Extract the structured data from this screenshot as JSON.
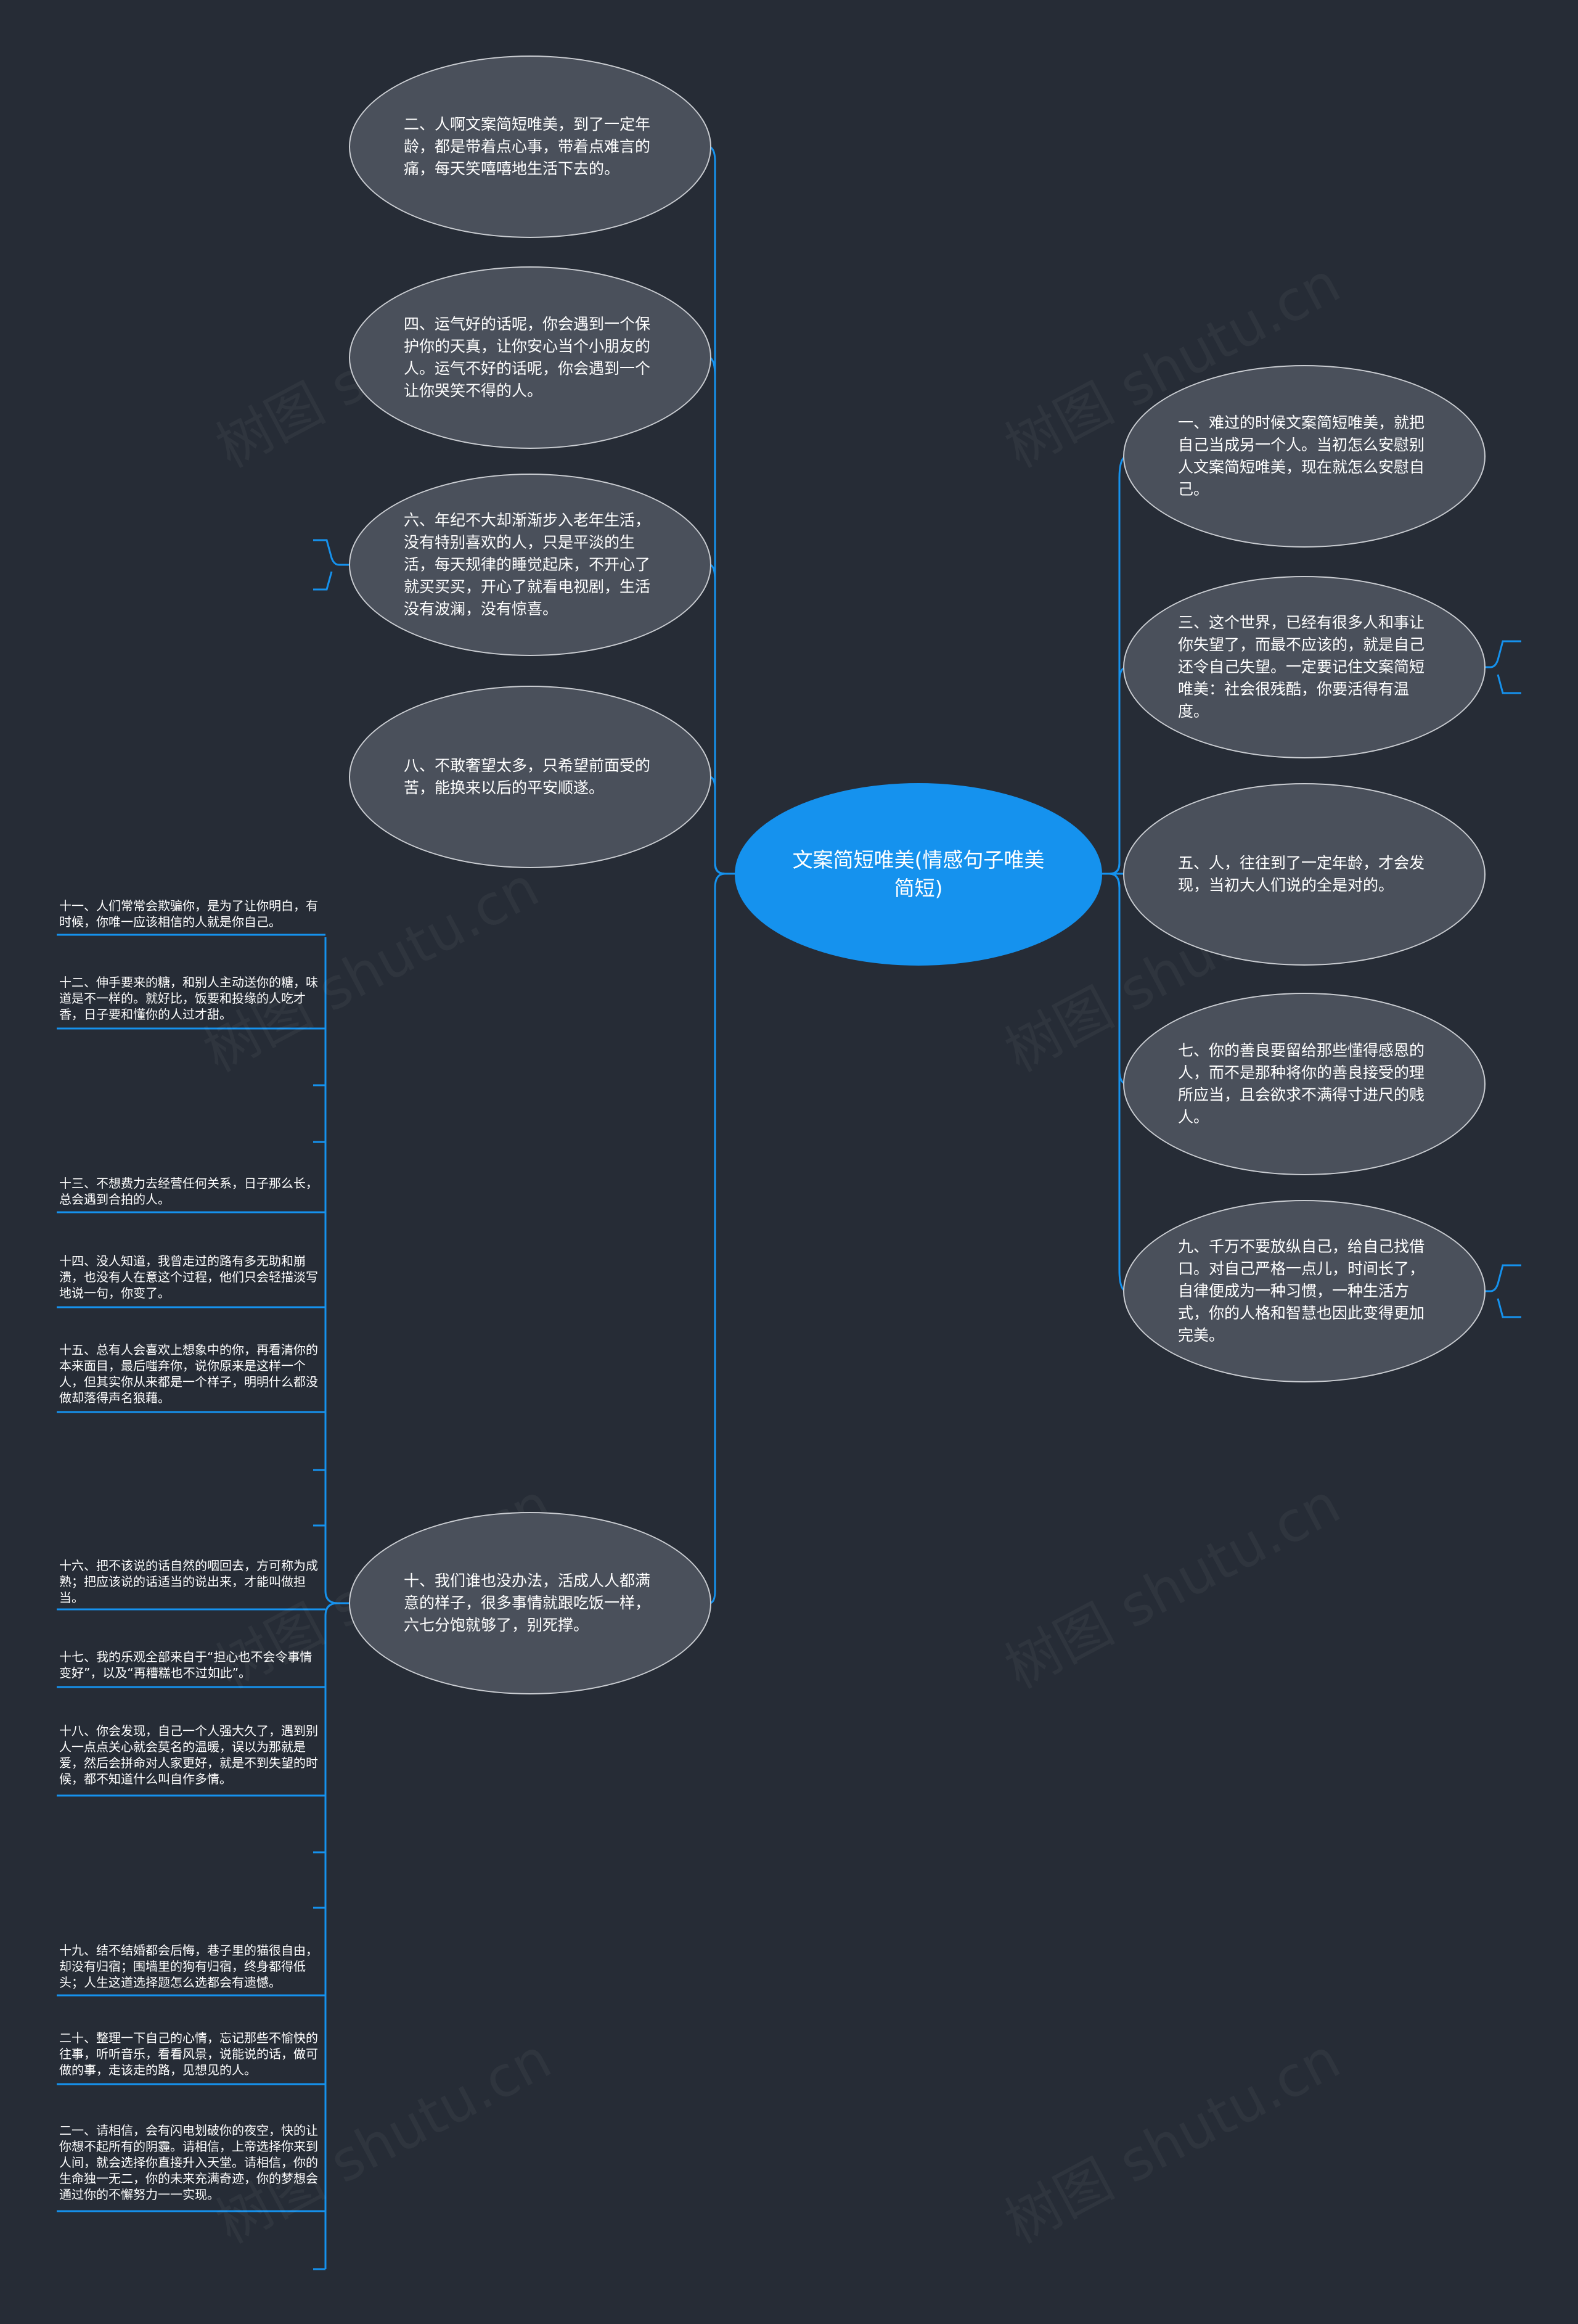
{
  "watermark": "树图 shutu.cn",
  "center": {
    "text": "文案简短唯美(情感句子唯美简短)"
  },
  "left_nodes": [
    {
      "text": "二、人啊文案简短唯美，到了一定年龄，都是带着点心事，带着点难言的痛，每天笑嘻嘻地生活下去的。"
    },
    {
      "text": "四、运气好的话呢，你会遇到一个保护你的天真，让你安心当个小朋友的人。运气不好的话呢，你会遇到一个让你哭笑不得的人。"
    },
    {
      "text": "六、年纪不大却渐渐步入老年生活，没有特别喜欢的人，只是平淡的生活，每天规律的睡觉起床，不开心了就买买买，开心了就看电视剧，生活没有波澜，没有惊喜。"
    },
    {
      "text": "八、不敢奢望太多，只希望前面受的苦，能换来以后的平安顺遂。"
    },
    {
      "text": "十、我们谁也没办法，活成人人都满意的样子，很多事情就跟吃饭一样，六七分饱就够了，别死撑。"
    }
  ],
  "right_nodes": [
    {
      "text": "一、难过的时候文案简短唯美，就把自己当成另一个人。当初怎么安慰别人文案简短唯美，现在就怎么安慰自己。"
    },
    {
      "text": "三、这个世界，已经有很多人和事让你失望了，而最不应该的，就是自己还令自己失望。一定要记住文案简短唯美：社会很残酷，你要活得有温度。"
    },
    {
      "text": "五、人，往往到了一定年龄，才会发现，当初大人们说的全是对的。"
    },
    {
      "text": "七、你的善良要留给那些懂得感恩的人，而不是那种将你的善良接受的理所应当，且会欲求不满得寸进尺的贱人。"
    },
    {
      "text": "九、千万不要放纵自己，给自己找借口。对自己严格一点儿，时间长了，自律便成为一种习惯，一种生活方式，你的人格和智慧也因此变得更加完美。"
    }
  ],
  "leaves": [
    {
      "text": "十一、人们常常会欺骗你，是为了让你明白，有时候，你唯一应该相信的人就是你自己。"
    },
    {
      "text": "十二、伸手要来的糖，和别人主动送你的糖，味道是不一样的。就好比，饭要和投缘的人吃才香，日子要和懂你的人过才甜。"
    },
    {
      "text": "十三、不想费力去经营任何关系，日子那么长，总会遇到合拍的人。"
    },
    {
      "text": "十四、没人知道，我曾走过的路有多无助和崩溃，也没有人在意这个过程，他们只会轻描淡写地说一句，你变了。"
    },
    {
      "text": "十五、总有人会喜欢上想象中的你，再看清你的本来面目，最后嗤弃你，说你原来是这样一个人，但其实你从来都是一个样子，明明什么都没做却落得声名狼藉。"
    },
    {
      "text": "十六、把不该说的话自然的咽回去，方可称为成熟；把应该说的话适当的说出来，才能叫做担当。"
    },
    {
      "text": "十七、我的乐观全部来自于“担心也不会令事情变好”，以及“再糟糕也不过如此”。"
    },
    {
      "text": "十八、你会发现，自己一个人强大久了，遇到别人一点点关心就会莫名的温暖，误以为那就是爱，然后会拼命对人家更好，就是不到失望的时候，都不知道什么叫自作多情。"
    },
    {
      "text": "十九、结不结婚都会后悔，巷子里的猫很自由，却没有归宿；围墙里的狗有归宿，终身都得低头；人生这道选择题怎么选都会有遗憾。"
    },
    {
      "text": "二十、整理一下自己的心情，忘记那些不愉快的往事，听听音乐，看看风景，说能说的话，做可做的事，走该走的路，见想见的人。"
    },
    {
      "text": "二一、请相信，会有闪电划破你的夜空，快的让你想不起所有的阴霾。请相信，上帝选择你来到人间，就会选择你直接升入天堂。请相信，你的生命独一无二，你的未来充满奇迹，你的梦想会通过你的不懈努力一一实现。"
    }
  ],
  "colors": {
    "background": "#262c36",
    "center": "#1592ee",
    "node": "#4a505b",
    "border": "#c9ccd1",
    "link": "#1592ee"
  }
}
